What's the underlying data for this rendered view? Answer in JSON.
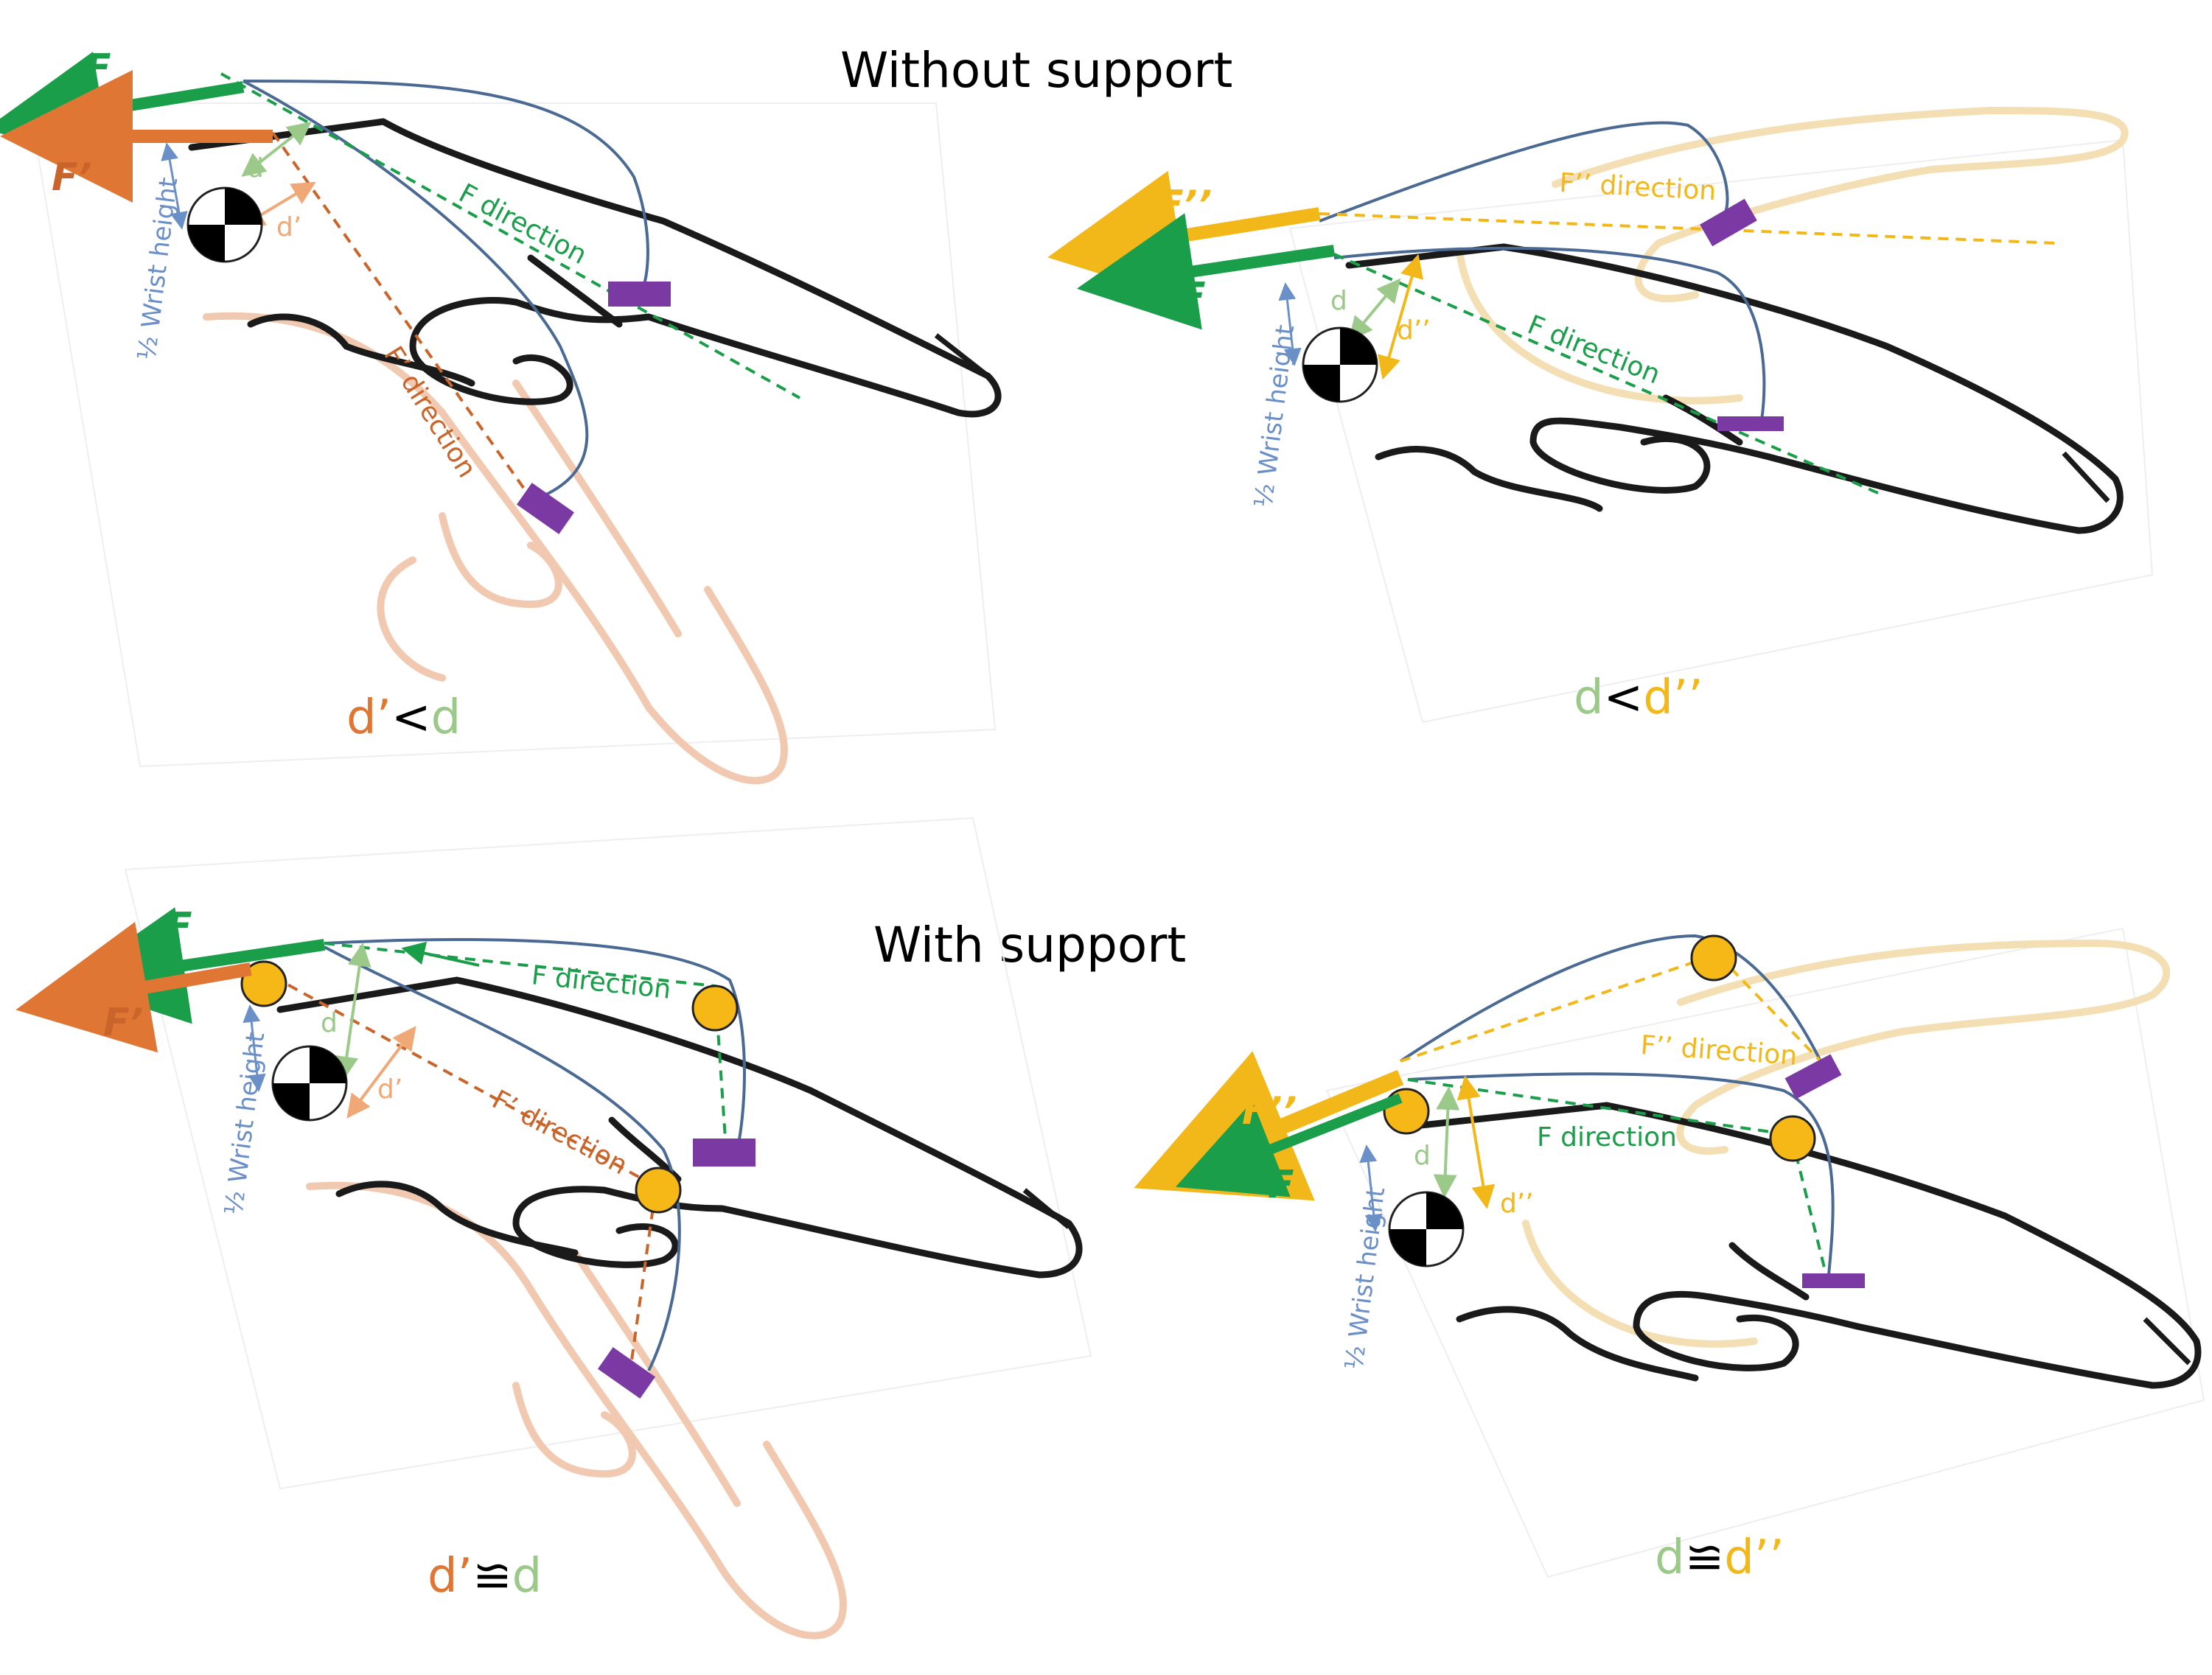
{
  "titles": {
    "top": "Without support",
    "bottom": "With support"
  },
  "colors": {
    "F": "#1a9e4a",
    "F_prime": "#e07633",
    "F_double_prime": "#f2b81a",
    "d": "#9bc98a",
    "wrist": "#6b8fc7",
    "tendon": "#4a6a94",
    "hand_outline": "#1a1a1a",
    "ghost_hand": "#f0c9b0",
    "ghost_hand_yellow": "#f3dfb3",
    "anchor": "#7b3aa3",
    "pulley": "#f5b817"
  },
  "panels": {
    "top_left": {
      "F": "F",
      "F_prime": "F’",
      "F_dir": "F direction",
      "F_prime_dir": "F’ direction",
      "d": "d",
      "d_prime": "d’",
      "wrist": "½ Wrist height",
      "cmp_left": "d’",
      "cmp_op": "<",
      "cmp_right": "d"
    },
    "top_right": {
      "F": "F",
      "F_double_prime": "F’’",
      "F_dir": "F direction",
      "F_double_prime_dir": "F’’ direction",
      "d": "d",
      "d_double_prime": "d’’",
      "wrist": "½ Wrist height",
      "cmp_left": "d",
      "cmp_op": "<",
      "cmp_right": "d’’"
    },
    "bottom_left": {
      "F": "F",
      "F_prime": "F’",
      "F_dir": "F direction",
      "F_prime_dir": "F’ direction",
      "d": "d",
      "d_prime": "d’",
      "wrist": "½ Wrist height",
      "cmp_left": "d’",
      "cmp_op": "≌",
      "cmp_right": "d"
    },
    "bottom_right": {
      "F": "F",
      "F_double_prime": "F’’",
      "F_dir": "F direction",
      "F_double_prime_dir": "F’’ direction",
      "d": "d",
      "d_double_prime": "d’’",
      "wrist": "½ Wrist height",
      "cmp_left": "d",
      "cmp_op": "≌",
      "cmp_right": "d’’"
    }
  }
}
